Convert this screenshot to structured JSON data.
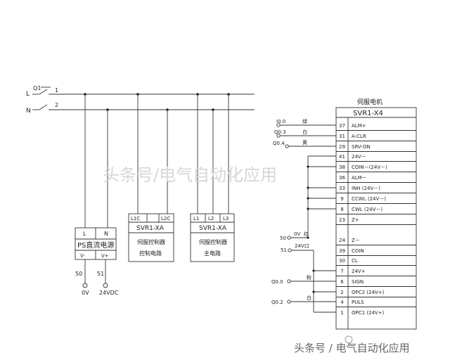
{
  "supply": {
    "switch_label": "Q1",
    "line_L": "L",
    "line_N": "N",
    "wire_1": "1",
    "wire_2": "2"
  },
  "psu": {
    "term_L": "L",
    "term_N": "N",
    "name": "PS直流电源",
    "term_vminus": "V-",
    "term_vplus": "V+",
    "wire_50": "50",
    "wire_51": "51",
    "out_0v": "0V",
    "out_24v": "24VDC"
  },
  "ctrl_driver": {
    "term_l1c": "L1C",
    "term_l2c": "L2C",
    "model": "SVR1-XA",
    "line1": "伺服控制器",
    "line2": "控制电路"
  },
  "main_driver": {
    "term_l1": "L1",
    "term_l2": "L2",
    "term_l3": "L3",
    "model": "SVR1-XA",
    "line1": "伺服控制器",
    "line2": "主电路"
  },
  "motor": {
    "caption": "伺服电机",
    "connector": "SVR1-X4",
    "pins": [
      {
        "num": "37",
        "name": "ALM+"
      },
      {
        "num": "31",
        "name": "A-CLR"
      },
      {
        "num": "29",
        "name": "SRV-ON"
      },
      {
        "num": "41",
        "name": "24V－"
      },
      {
        "num": "38",
        "name": "COIN－(24V－)"
      },
      {
        "num": "36",
        "name": "ALM－"
      },
      {
        "num": "33",
        "name": "INH (24V－)"
      },
      {
        "num": "9",
        "name": "CCWL (24V－)"
      },
      {
        "num": "8",
        "name": "CWL (24V－)"
      },
      {
        "num": "23",
        "name": "Z+"
      },
      {
        "num": "24",
        "name": "Z－"
      },
      {
        "num": "39",
        "name": "COIN"
      },
      {
        "num": "30",
        "name": "CL"
      },
      {
        "num": "7",
        "name": "24V+"
      },
      {
        "num": "6",
        "name": "SIGN"
      },
      {
        "num": "2",
        "name": "OPC2 (24V+)"
      },
      {
        "num": "4",
        "name": "PULS"
      },
      {
        "num": "1",
        "name": "OPC1 (24V+)"
      }
    ]
  },
  "io": {
    "i10_0": "I0.0",
    "q0_3": "Q0.3",
    "q0_4": "Q0.4",
    "color_green": "绿",
    "color_white1": "白",
    "color_yellow": "黄",
    "w50": "50",
    "w0v": "0V",
    "color_red": "红",
    "w51": "51",
    "w24v": "24V口",
    "q0_0": "Q0.0",
    "color_pink": "粉",
    "q0_2": "Q0.2",
    "color_white2": "白"
  },
  "watermark": {
    "center": "头条号/电气自动化应用",
    "footer": "头条号 / 电气自动化应用"
  }
}
